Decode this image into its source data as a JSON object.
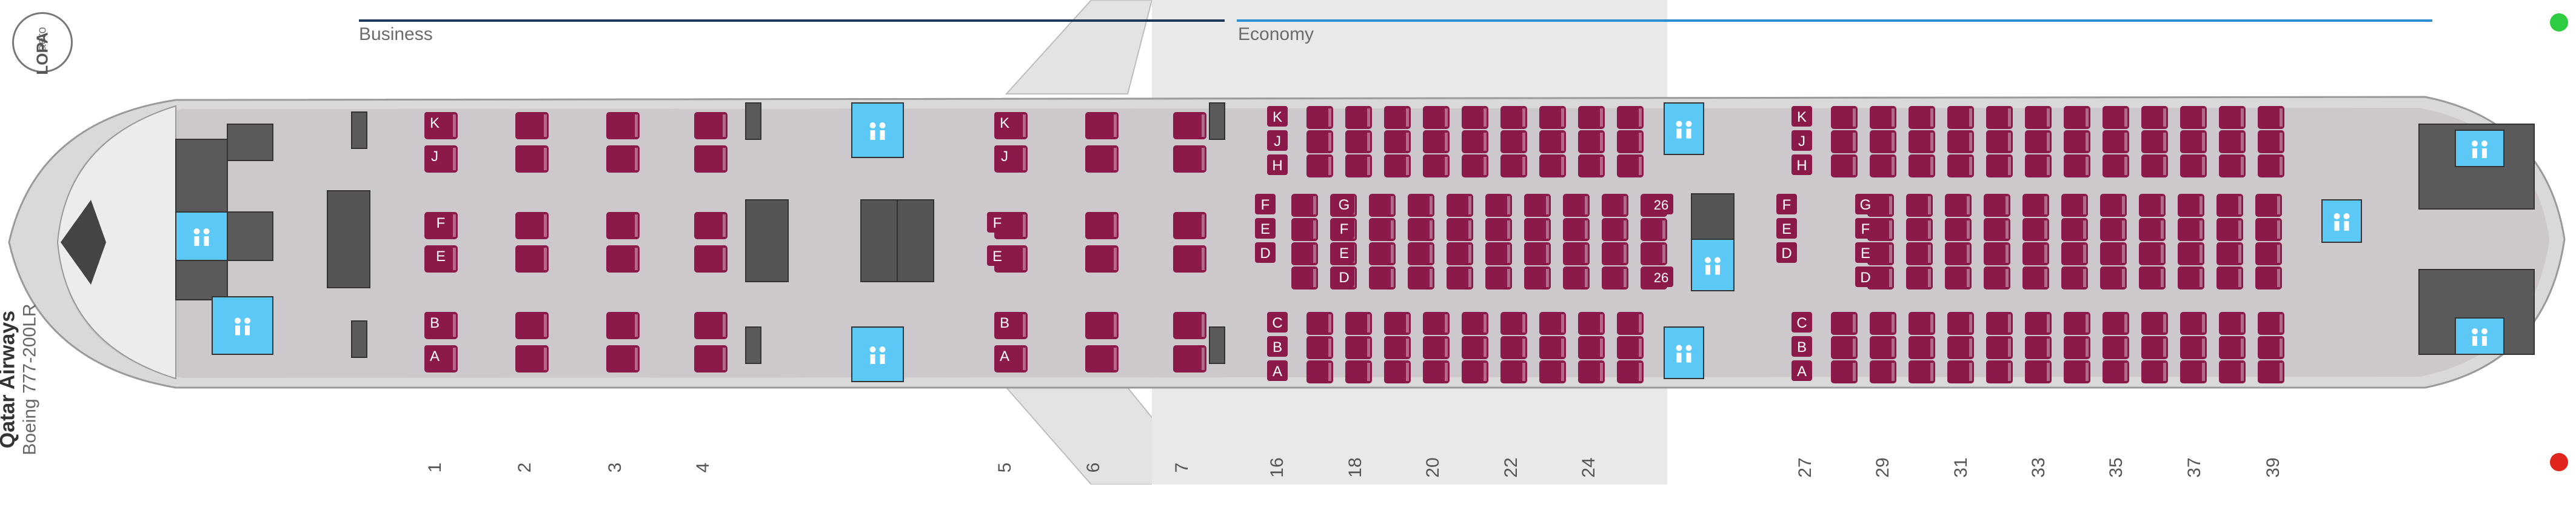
{
  "brand": {
    "line1": "aero",
    "line2": "LOPA"
  },
  "aircraft": {
    "airline": "Qatar Airways",
    "model": "Boeing 777-200LR"
  },
  "sections": [
    {
      "label": "Business",
      "color": "#1a3a5c"
    },
    {
      "label": "Economy",
      "color": "#2a8fd0"
    }
  ],
  "colors": {
    "seat": "#8b1a4a",
    "lavatory": "#5bc8f5",
    "galley": "#555555",
    "cabin": "#cdc8cc"
  },
  "business": {
    "col_letters": {
      "top": [
        "J",
        "K"
      ],
      "mid": [
        "E",
        "F"
      ],
      "bot": [
        "A",
        "B"
      ]
    },
    "rows": [
      "1",
      "2",
      "3",
      "4",
      "5",
      "6",
      "7"
    ]
  },
  "economy": {
    "col_letters_top": [
      "H",
      "J",
      "K"
    ],
    "col_letters_mid_a": [
      "D",
      "E",
      "F"
    ],
    "col_letters_mid_b": [
      "D",
      "E",
      "F",
      "G"
    ],
    "col_letters_bot": [
      "A",
      "B",
      "C"
    ],
    "row_labels": [
      "16",
      "18",
      "20",
      "22",
      "24",
      "27",
      "29",
      "31",
      "33",
      "35",
      "37",
      "39"
    ],
    "row_marker": "26"
  },
  "icons": [
    "lavatory-icon",
    "accessible-lavatory-icon",
    "crew-rest-icon",
    "exit-marker-icon"
  ]
}
